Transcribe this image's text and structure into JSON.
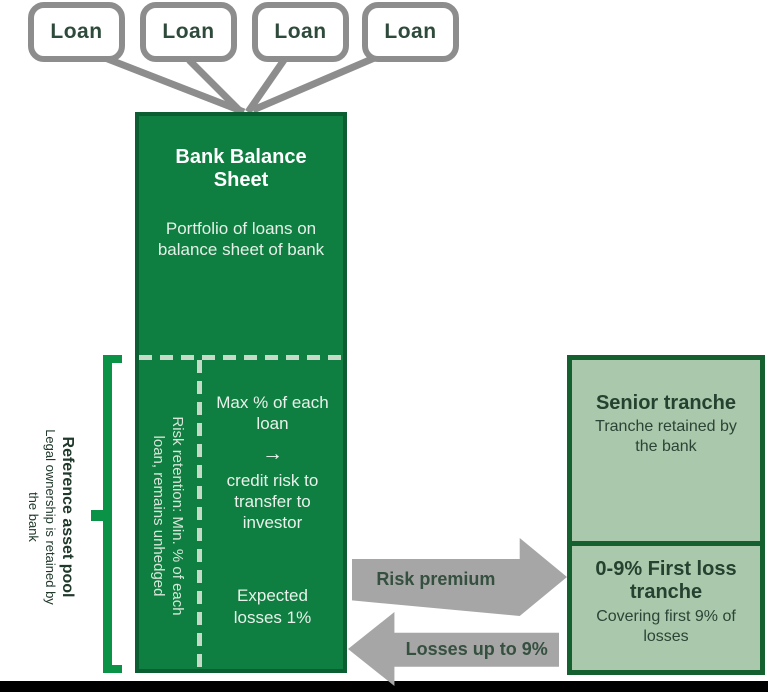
{
  "colors": {
    "main_green": "#0e7f41",
    "main_green_border": "#0b5e31",
    "light_green_fill": "#aac8ab",
    "tranche_border": "#14602f",
    "bracket_green": "#0a9247",
    "gray_border": "#8d8d8d",
    "arrow_gray": "#a6a6a6",
    "dash_pale_green": "#c5dac7",
    "dark_green_text": "#2c4435",
    "white_text": "#ffffff"
  },
  "loans": {
    "labels": [
      "Loan",
      "Loan",
      "Loan",
      "Loan"
    ]
  },
  "balance_sheet": {
    "title": "Bank Balance Sheet",
    "subtitle": "Portfolio of loans on balance sheet of bank",
    "risk_retention_lines": [
      "Risk retention: Min. % of each",
      "loan, remains unhedged"
    ],
    "max_pct": "Max % of each loan",
    "transfer_arrow": "→",
    "credit_risk": "credit risk to transfer to investor",
    "expected_losses": "Expected losses 1%"
  },
  "side_label": {
    "title": "Reference asset pool",
    "line2": "Legal ownership is retained by",
    "line3": "the bank"
  },
  "tranches": {
    "senior": {
      "title": "Senior tranche",
      "subtitle": "Tranche retained by the bank"
    },
    "first_loss": {
      "title": "0-9% First loss tranche",
      "subtitle": "Covering first 9% of losses"
    }
  },
  "flows": {
    "risk_premium": "Risk premium",
    "losses": "Losses up to 9%"
  }
}
